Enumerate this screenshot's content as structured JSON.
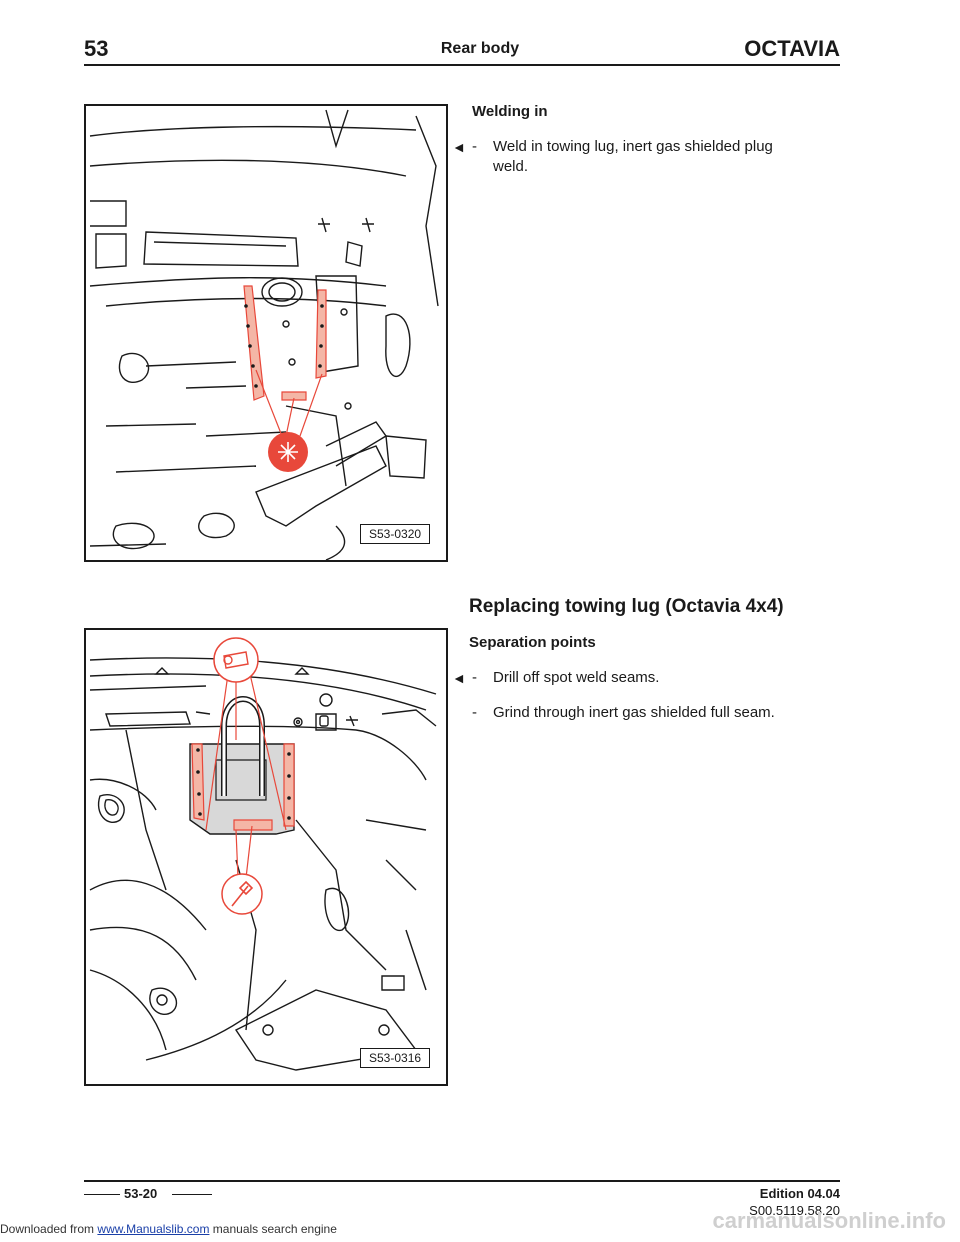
{
  "header": {
    "section_number": "53",
    "title": "Rear body",
    "brand": "OCTAVIA"
  },
  "figures": [
    {
      "label": "S53-0320"
    },
    {
      "label": "S53-0316"
    }
  ],
  "welding": {
    "heading": "Welding in",
    "arrow_icon": "◄",
    "step_dash": "-",
    "step_line1": "Weld in towing lug, inert gas shielded plug",
    "step_line2": "weld."
  },
  "replacing": {
    "heading": "Replacing towing lug (Octavia 4x4)",
    "subheading": "Separation points",
    "arrow_icon": "◄",
    "step1_dash": "-",
    "step1": "Drill off spot weld seams.",
    "step2_dash": "-",
    "step2": "Grind through inert gas shielded full seam."
  },
  "footer": {
    "page": "53-20",
    "edition": "Edition 04.04",
    "code": "S00.5119.58.20"
  },
  "download": {
    "prefix": "Downloaded from",
    "link": "www.Manualslib.com",
    "suffix": "manuals search engine"
  },
  "watermark": "carmanualsonline.info",
  "colors": {
    "accent_red": "#e8483a",
    "weld_fill": "#f4b6a6"
  }
}
